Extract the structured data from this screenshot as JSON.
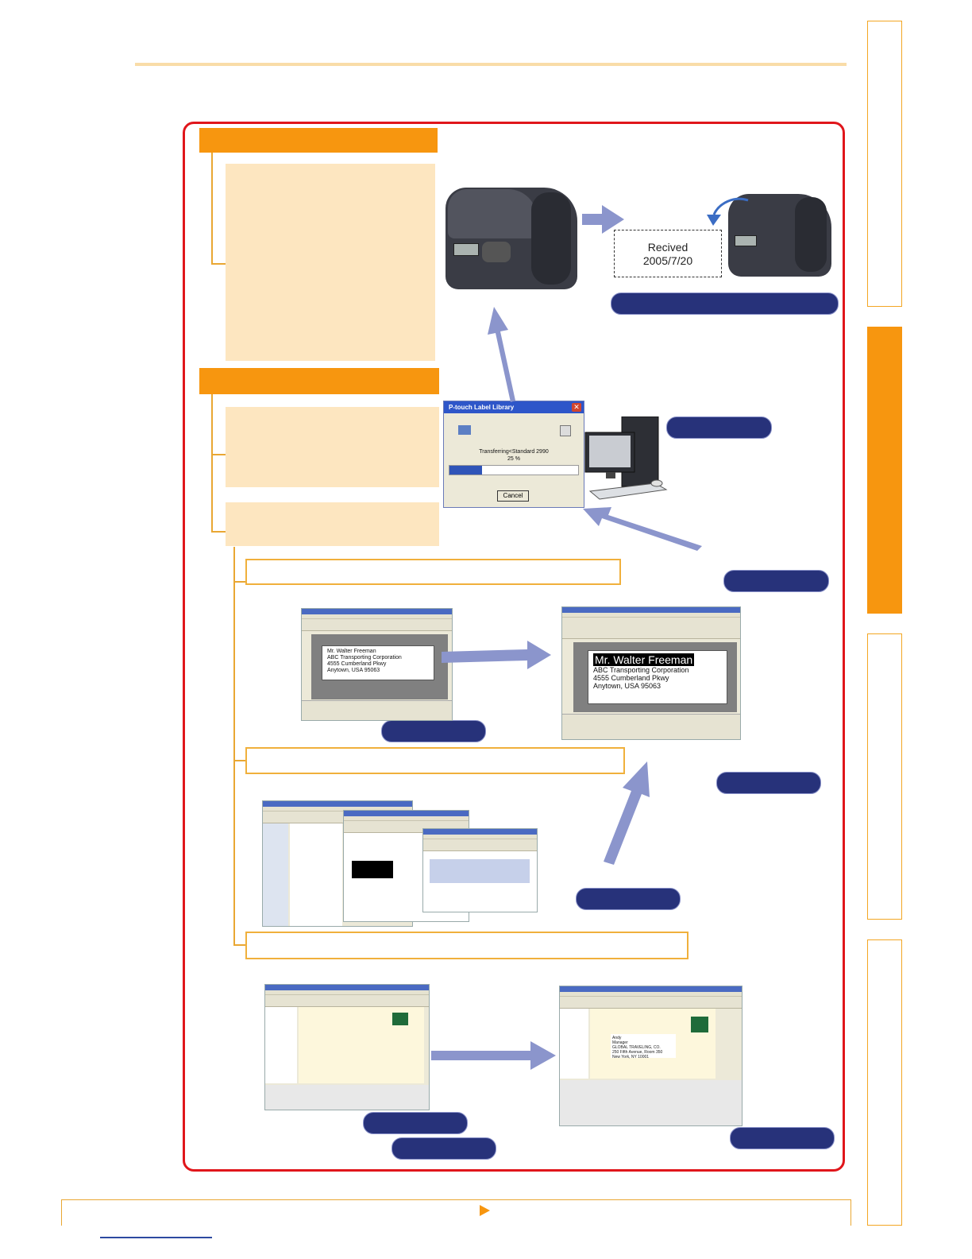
{
  "label_sample": {
    "line1": "Recived",
    "line2": "2005/7/20"
  },
  "transfer_dialog": {
    "title": "P-touch Label Library",
    "status": "Transferring<Standard 2990",
    "percent": "25 %",
    "progress": 0.25,
    "cancel_label": "Cancel"
  },
  "address_label": {
    "name": "Mr. Walter Freeman",
    "company": "ABC Transporting Corporation",
    "street": "4555 Cumberland Pkwy",
    "city": "Anytown, USA 95063"
  },
  "database_card": {
    "name": "Andy",
    "title": "Manager",
    "company": "GLOBAL TRAVELING, CO.",
    "street": "250 Fifth Avenue, Room 350",
    "city": "New York, NY 10001"
  },
  "colors": {
    "accent": "#f7960f",
    "frame": "#e0161b",
    "pill": "#27327a",
    "arrow": "#8b95cc"
  },
  "icons": [
    "printer-icon",
    "computer-icon",
    "arrow-icon",
    "next-page-arrow-icon"
  ]
}
